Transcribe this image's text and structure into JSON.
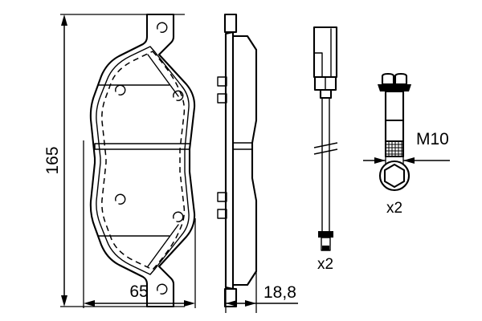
{
  "drawing": {
    "title": "Brake pad set technical drawing",
    "background_color": "#ffffff",
    "line_color": "#000000",
    "views": [
      {
        "name": "front-view",
        "label": "Brake pad front view"
      },
      {
        "name": "side-view",
        "label": "Brake pad side profile view"
      },
      {
        "name": "wear-sensor-view",
        "label": "Wear sensor cable with connector"
      },
      {
        "name": "bolt-view",
        "label": "Hex flange bolt"
      },
      {
        "name": "nut-view",
        "label": "Hex nut top view"
      }
    ]
  },
  "dimensions": {
    "height": "165",
    "width": "65",
    "thickness": "18,8",
    "thread": "M10"
  },
  "quantities": {
    "sensor": "x2",
    "nut": "x2"
  }
}
